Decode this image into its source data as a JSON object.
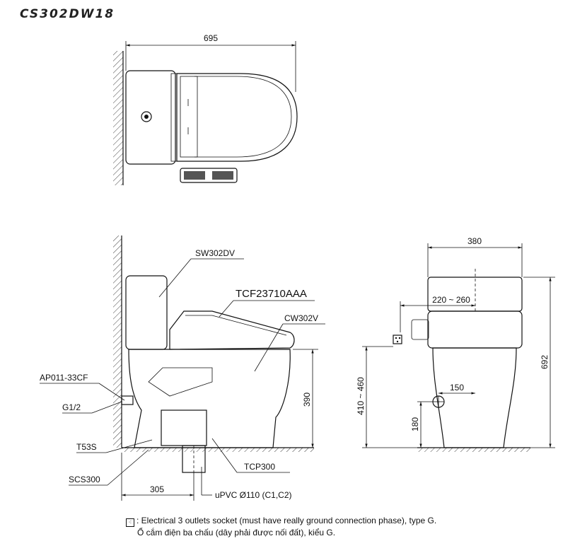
{
  "model_code": "CS302DW18",
  "top_view": {
    "width_dim": "695"
  },
  "side_view": {
    "labels": {
      "tank": "SW302DV",
      "seat": "TCF23710AAA",
      "bowl": "CW302V",
      "valve": "AP011-33CF",
      "inlet": "G1/2",
      "bolt": "T53S",
      "flange": "SCS300",
      "trap": "TCP300",
      "pipe": "uPVC Ø110 (C1,C2)"
    },
    "dims": {
      "seat_height": "390",
      "rough_in": "305"
    }
  },
  "front_view": {
    "dims": {
      "width": "380",
      "socket_offset": "220 ~ 260",
      "total_height": "692",
      "socket_height": "410 ~ 460",
      "inlet_offset": "150",
      "inlet_height": "180"
    }
  },
  "legend": {
    "line1": ": Electrical 3 outlets socket (must have really ground connection phase), type G.",
    "line2": "Ổ cắm điện ba chấu (dây phải được nối đất), kiểu G."
  }
}
